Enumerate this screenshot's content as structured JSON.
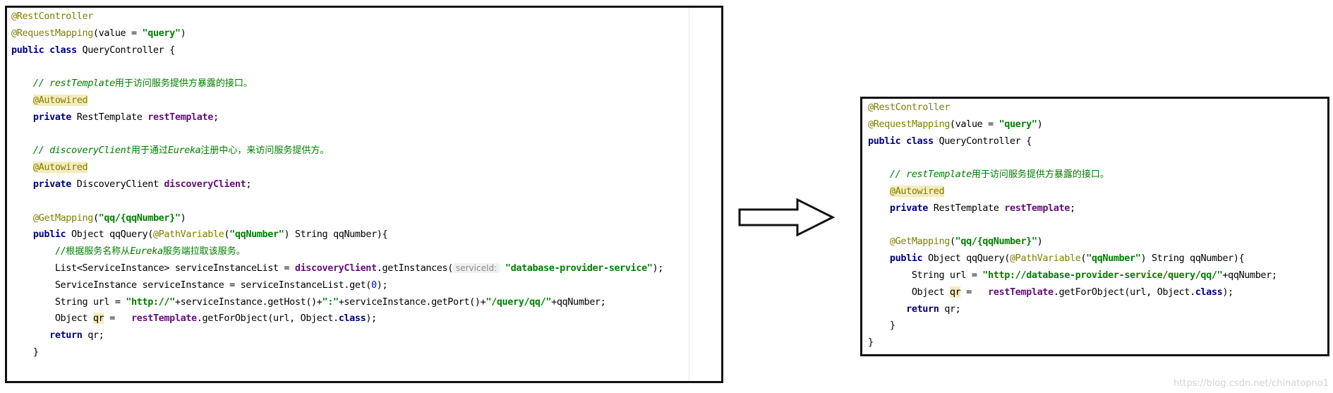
{
  "left_panel": {
    "lines": [
      [
        {
          "t": "@RestController",
          "k": "ann"
        }
      ],
      [
        {
          "t": "@RequestMapping",
          "k": "ann"
        },
        {
          "t": "(value = ",
          "k": "plain"
        },
        {
          "t": "\"query\"",
          "k": "str"
        },
        {
          "t": ")",
          "k": "plain"
        }
      ],
      [
        {
          "t": "public class",
          "k": "kw"
        },
        {
          "t": " QueryController {",
          "k": "plain"
        }
      ],
      [],
      [
        {
          "t": "    ",
          "k": "plain"
        },
        {
          "t": "// restTemplate",
          "k": "cmt-i"
        },
        {
          "t": "用于访问服务提供方暴露的接口。",
          "k": "cmt-cn"
        }
      ],
      [
        {
          "t": "    ",
          "k": "plain"
        },
        {
          "t": "@Autowired",
          "k": "ann-hl"
        }
      ],
      [
        {
          "t": "    ",
          "k": "plain"
        },
        {
          "t": "private",
          "k": "kw"
        },
        {
          "t": " RestTemplate ",
          "k": "plain"
        },
        {
          "t": "restTemplate",
          "k": "field"
        },
        {
          "t": ";",
          "k": "plain"
        }
      ],
      [],
      [
        {
          "t": "    ",
          "k": "plain"
        },
        {
          "t": "// discoveryClient",
          "k": "cmt-i"
        },
        {
          "t": "用于通过",
          "k": "cmt-cn"
        },
        {
          "t": "Eureka",
          "k": "cmt-i"
        },
        {
          "t": "注册中心，来访问服务提供方。",
          "k": "cmt-cn"
        }
      ],
      [
        {
          "t": "    ",
          "k": "plain"
        },
        {
          "t": "@Autowired",
          "k": "ann-hl"
        }
      ],
      [
        {
          "t": "    ",
          "k": "plain"
        },
        {
          "t": "private",
          "k": "kw"
        },
        {
          "t": " DiscoveryClient ",
          "k": "plain"
        },
        {
          "t": "discoveryClient",
          "k": "field"
        },
        {
          "t": ";",
          "k": "plain"
        }
      ],
      [],
      [
        {
          "t": "    ",
          "k": "plain"
        },
        {
          "t": "@GetMapping",
          "k": "ann"
        },
        {
          "t": "(",
          "k": "plain"
        },
        {
          "t": "\"qq/{qqNumber}\"",
          "k": "str"
        },
        {
          "t": ")",
          "k": "plain"
        }
      ],
      [
        {
          "t": "    ",
          "k": "plain"
        },
        {
          "t": "public",
          "k": "kw"
        },
        {
          "t": " Object qqQuery(",
          "k": "plain"
        },
        {
          "t": "@PathVariable",
          "k": "ann"
        },
        {
          "t": "(",
          "k": "plain"
        },
        {
          "t": "\"qqNumber\"",
          "k": "str"
        },
        {
          "t": ") String qqNumber){",
          "k": "plain"
        }
      ],
      [
        {
          "t": "        ",
          "k": "plain"
        },
        {
          "t": "//",
          "k": "cmt"
        },
        {
          "t": "根据服务名称从",
          "k": "cmt-cn"
        },
        {
          "t": "Eureka",
          "k": "cmt-i"
        },
        {
          "t": "服务端拉取该服务。",
          "k": "cmt-cn"
        }
      ],
      [
        {
          "t": "        List<ServiceInstance> serviceInstanceList = ",
          "k": "plain"
        },
        {
          "t": "discoveryClient",
          "k": "field"
        },
        {
          "t": ".getInstances(",
          "k": "plain"
        },
        {
          "t": "serviceId:",
          "k": "hint"
        },
        {
          "t": " ",
          "k": "plain"
        },
        {
          "t": "\"database-provider-service\"",
          "k": "str"
        },
        {
          "t": ");",
          "k": "plain"
        }
      ],
      [
        {
          "t": "        ServiceInstance serviceInstance = serviceInstanceList.get(",
          "k": "plain"
        },
        {
          "t": "0",
          "k": "num"
        },
        {
          "t": ");",
          "k": "plain"
        }
      ],
      [
        {
          "t": "        String url = ",
          "k": "plain"
        },
        {
          "t": "\"http://\"",
          "k": "str"
        },
        {
          "t": "+serviceInstance.getHost()+",
          "k": "plain"
        },
        {
          "t": "\":\"",
          "k": "str"
        },
        {
          "t": "+serviceInstance.getPort()+",
          "k": "plain"
        },
        {
          "t": "\"/query/qq/\"",
          "k": "str"
        },
        {
          "t": "+qqNumber;",
          "k": "plain"
        }
      ],
      [
        {
          "t": "        Object ",
          "k": "plain"
        },
        {
          "t": "qr",
          "k": "hl"
        },
        {
          "t": " =   ",
          "k": "plain"
        },
        {
          "t": "restTemplate",
          "k": "field"
        },
        {
          "t": ".getForObject(url, Object.",
          "k": "plain"
        },
        {
          "t": "class",
          "k": "kw"
        },
        {
          "t": ");",
          "k": "plain"
        }
      ],
      [
        {
          "t": "       ",
          "k": "plain"
        },
        {
          "t": "return",
          "k": "kw"
        },
        {
          "t": " qr;",
          "k": "plain"
        }
      ],
      [
        {
          "t": "    }",
          "k": "plain"
        }
      ],
      [],
      [
        {
          "t": "}",
          "k": "plain"
        }
      ]
    ]
  },
  "right_panel": {
    "lines": [
      [
        {
          "t": "@RestController",
          "k": "ann"
        }
      ],
      [
        {
          "t": "@RequestMapping",
          "k": "ann"
        },
        {
          "t": "(value = ",
          "k": "plain"
        },
        {
          "t": "\"query\"",
          "k": "str"
        },
        {
          "t": ")",
          "k": "plain"
        }
      ],
      [
        {
          "t": "public class",
          "k": "kw"
        },
        {
          "t": " QueryController {",
          "k": "plain"
        }
      ],
      [],
      [
        {
          "t": "    ",
          "k": "plain"
        },
        {
          "t": "// restTemplate",
          "k": "cmt-i"
        },
        {
          "t": "用于访问服务提供方暴露的接口。",
          "k": "cmt-cn"
        }
      ],
      [
        {
          "t": "    ",
          "k": "plain"
        },
        {
          "t": "@Autowired",
          "k": "ann-hl"
        }
      ],
      [
        {
          "t": "    ",
          "k": "plain"
        },
        {
          "t": "private",
          "k": "kw"
        },
        {
          "t": " RestTemplate ",
          "k": "plain"
        },
        {
          "t": "restTemplate",
          "k": "field"
        },
        {
          "t": ";",
          "k": "plain"
        }
      ],
      [],
      [
        {
          "t": "    ",
          "k": "plain"
        },
        {
          "t": "@GetMapping",
          "k": "ann"
        },
        {
          "t": "(",
          "k": "plain"
        },
        {
          "t": "\"qq/{qqNumber}\"",
          "k": "str"
        },
        {
          "t": ")",
          "k": "plain"
        }
      ],
      [
        {
          "t": "    ",
          "k": "plain"
        },
        {
          "t": "public",
          "k": "kw"
        },
        {
          "t": " Object qqQuery(",
          "k": "plain"
        },
        {
          "t": "@PathVariable",
          "k": "ann"
        },
        {
          "t": "(",
          "k": "plain"
        },
        {
          "t": "\"qqNumber\"",
          "k": "str"
        },
        {
          "t": ") String qqNumber){",
          "k": "plain"
        }
      ],
      [
        {
          "t": "        String url = ",
          "k": "plain"
        },
        {
          "t": "\"http://database-provider-service/query/qq/\"",
          "k": "str"
        },
        {
          "t": "+qqNumber;",
          "k": "plain"
        }
      ],
      [
        {
          "t": "        Object ",
          "k": "plain"
        },
        {
          "t": "qr",
          "k": "hl"
        },
        {
          "t": " =   ",
          "k": "plain"
        },
        {
          "t": "restTemplate",
          "k": "field"
        },
        {
          "t": ".getForObject(url, Object.",
          "k": "plain"
        },
        {
          "t": "class",
          "k": "kw"
        },
        {
          "t": ");",
          "k": "plain"
        }
      ],
      [
        {
          "t": "       ",
          "k": "plain"
        },
        {
          "t": "return",
          "k": "kw"
        },
        {
          "t": " qr;",
          "k": "plain"
        }
      ],
      [
        {
          "t": "    }",
          "k": "plain"
        }
      ],
      [
        {
          "t": "}",
          "k": "plain"
        }
      ]
    ]
  },
  "arrow": {
    "icon": "right-arrow-icon",
    "stroke_color": "#111111",
    "fill_color": "#ffffff"
  },
  "watermark": {
    "text": "https://blog.csdn.net/chinatopno1"
  },
  "colors": {
    "annotation": "#808000",
    "keyword": "#000080",
    "string": "#008000",
    "field": "#660e7a",
    "comment": "#008000",
    "number": "#0000ff",
    "highlight": "#f6ebbc"
  }
}
